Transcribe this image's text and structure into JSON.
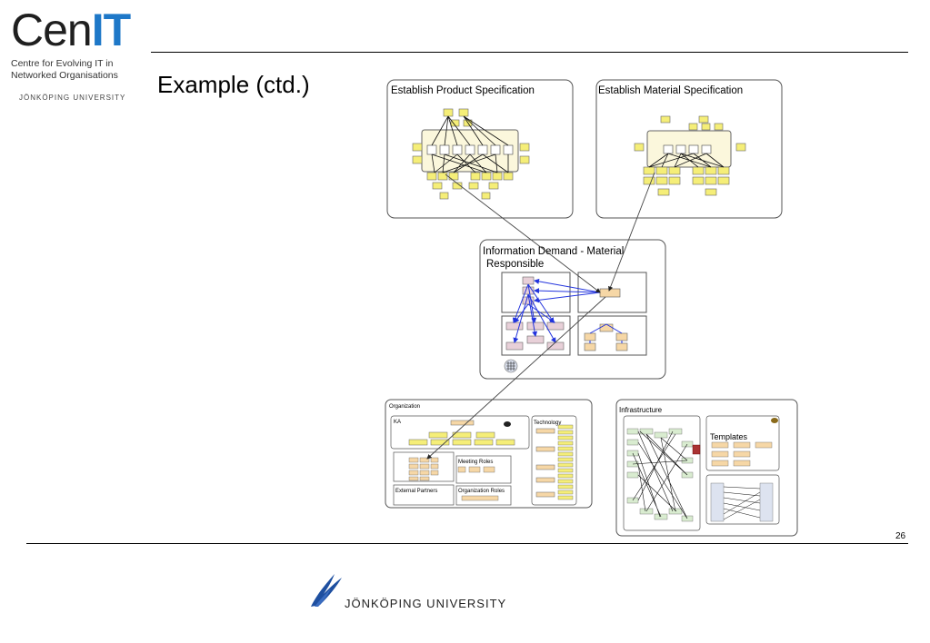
{
  "header": {
    "logo_cen": "Cen",
    "logo_it": "IT",
    "tagline_1": "Centre for Evolving IT in",
    "tagline_2": "Networked Organisations",
    "university_small": "JÖNKÖPING UNIVERSITY"
  },
  "slide": {
    "title": "Example (ctd.)",
    "page_number": "26"
  },
  "diagram": {
    "panel_product_spec": "Establish Product Specification",
    "panel_material_spec": "Establish Material Specification",
    "panel_info_demand_1": "Information Demand - Material",
    "panel_info_demand_2": "Responsible",
    "panel_organization": "Organization",
    "org_ka": "KA",
    "org_technology": "Technology",
    "org_meeting_roles": "Meeting Roles",
    "org_external_partners": "External Partners",
    "org_organization_roles": "Organization Roles",
    "panel_infrastructure": "Infrastructure",
    "infra_templates": "Templates"
  },
  "footer": {
    "university": "JÖNKÖPING UNIVERSITY"
  },
  "colors": {
    "accent_blue": "#1e78c8",
    "node_yellow": "#f5ee78",
    "node_orange": "#f6d7a6",
    "node_pink": "#e8d0d8",
    "arrow_blue": "#2233dd"
  }
}
